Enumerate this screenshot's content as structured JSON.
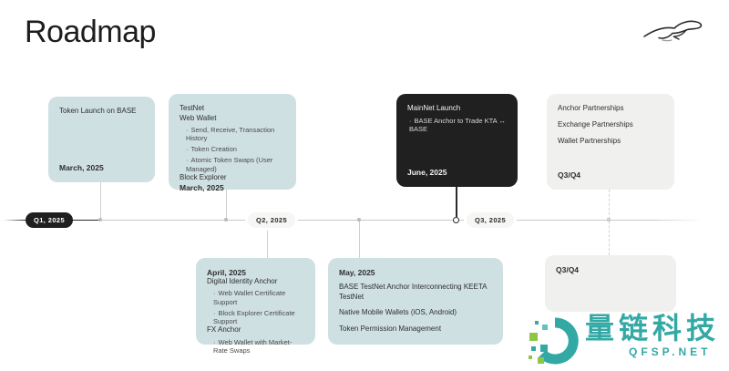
{
  "page": {
    "title": "Roadmap"
  },
  "colors": {
    "card_teal": "#cfe0e3",
    "card_dark": "#202020",
    "card_gray": "#f0f0ef",
    "timeline_line": "#c9c9c9",
    "ink": "#2b2b2b",
    "watermark_teal": "#2da7a3",
    "watermark_green": "#8bc53f"
  },
  "timeline": {
    "q1": "Q1, 2025",
    "q2": "Q2, 2025",
    "q3": "Q3, 2025"
  },
  "cards": {
    "token_launch": {
      "title": "Token Launch on BASE",
      "date": "March, 2025"
    },
    "testnet": {
      "title": "TestNet",
      "group1": "Web Wallet",
      "bullets": [
        "Send, Receive, Transaction History",
        "Token Creation",
        "Atomic Token Swaps (User Managed)"
      ],
      "group2": "Block Explorer",
      "date": "March, 2025"
    },
    "mainnet": {
      "title": "MainNet Launch",
      "bullets": [
        "BASE Anchor to Trade KTA ↔ BASE"
      ],
      "date": "June, 2025"
    },
    "partnerships": {
      "items": [
        "Anchor Partnerships",
        "Exchange Partnerships",
        "Wallet Partnerships"
      ],
      "date": "Q3/Q4"
    },
    "april": {
      "date": "April, 2025",
      "group1": "Digital Identity Anchor",
      "group1_bullets": [
        "Web Wallet Certificate Support",
        "Block Explorer Certificate Support"
      ],
      "group2": "FX Anchor",
      "group2_bullets": [
        "Web Wallet with Market-Rate Swaps"
      ]
    },
    "may": {
      "date": "May, 2025",
      "items": [
        "BASE TestNet Anchor Interconnecting KEETA TestNet",
        "Native Mobile Wallets (iOS, Android)",
        "Token Permission Management"
      ]
    },
    "q3q4": {
      "date": "Q3/Q4"
    }
  },
  "watermark": {
    "brand": "量链科技",
    "domain": "QFSP.NET"
  }
}
